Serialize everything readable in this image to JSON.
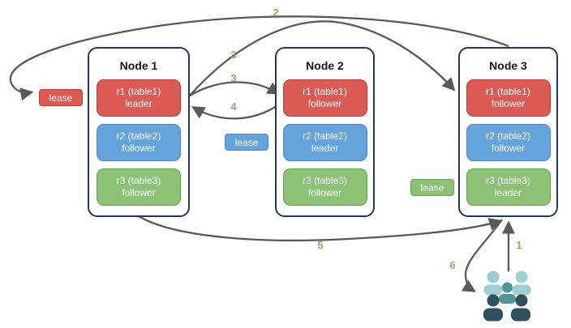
{
  "diagram": {
    "nodes": [
      {
        "title": "Node 1",
        "replicas": [
          {
            "name": "r1 (table1)",
            "role": "leader",
            "color": "red"
          },
          {
            "name": "r2 (table2)",
            "role": "follower",
            "color": "blue"
          },
          {
            "name": "r3 (table3)",
            "role": "follower",
            "color": "green"
          }
        ]
      },
      {
        "title": "Node 2",
        "replicas": [
          {
            "name": "r1 (table1)",
            "role": "follower",
            "color": "red"
          },
          {
            "name": "r2 (table2)",
            "role": "leader",
            "color": "blue"
          },
          {
            "name": "r3 (table3)",
            "role": "follower",
            "color": "green"
          }
        ]
      },
      {
        "title": "Node 3",
        "replicas": [
          {
            "name": "r1 (table1)",
            "role": "follower",
            "color": "red"
          },
          {
            "name": "r2 (table2)",
            "role": "follower",
            "color": "blue"
          },
          {
            "name": "r3 (table3)",
            "role": "leader",
            "color": "green"
          }
        ]
      }
    ],
    "leases": [
      {
        "label": "lease",
        "color": "red"
      },
      {
        "label": "lease",
        "color": "blue"
      },
      {
        "label": "lease",
        "color": "green"
      }
    ],
    "steps": [
      {
        "label": "1"
      },
      {
        "label": "2"
      },
      {
        "label": "3"
      },
      {
        "label": "3"
      },
      {
        "label": "4"
      },
      {
        "label": "5"
      },
      {
        "label": "6"
      }
    ],
    "icons": {
      "users": "users-icon"
    },
    "colors": {
      "replica_red": "#dc5a54",
      "replica_red_border": "#c23b35",
      "replica_blue": "#64a3dc",
      "replica_blue_border": "#4a89c9",
      "replica_green": "#8bc275",
      "replica_green_border": "#63a349",
      "node_border": "#1f3864",
      "arrow_gray": "#58595b",
      "step_green": "#7cb75e",
      "users_light": "#9bcfd2",
      "users_mid": "#4f959c",
      "users_dark": "#2e4f5c"
    }
  }
}
